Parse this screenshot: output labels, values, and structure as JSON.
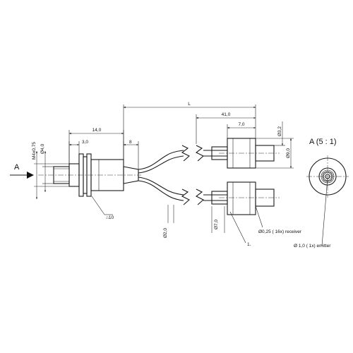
{
  "dimensions": {
    "L": "L",
    "d41": "41,0",
    "d7": "7,0",
    "d14": "14,0",
    "d3": "3,0",
    "d8": "8",
    "m4": "M4x0,75",
    "dia1": "Ø4,0",
    "dia32": "Ø3,2",
    "dia90": "Ø9,0",
    "wrench": "⌂10",
    "diaCable": "Ø2,0",
    "dia70": "Ø7,0"
  },
  "view": {
    "arrow_label": "A",
    "detail_title": "A  (5 : 1)"
  },
  "callouts": {
    "receiver": "Ø0,25 ( 16x)  receiver",
    "emitter": "Ø 1,0  ( 1x)  emitter",
    "item1": "1."
  }
}
